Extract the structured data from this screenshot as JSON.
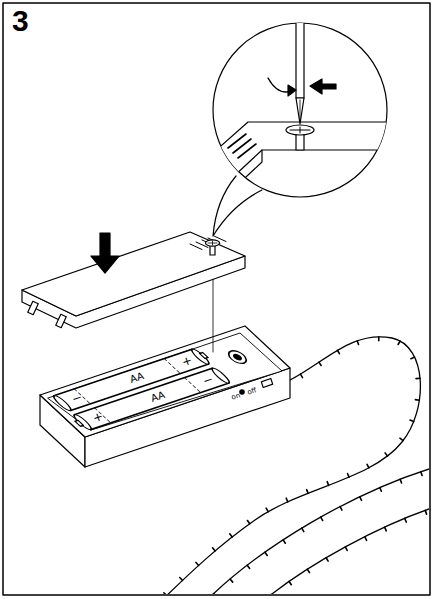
{
  "diagram": {
    "labels": [
      "3",
      "−",
      "AA",
      "+",
      "+",
      "AA",
      "−",
      "on",
      "off"
    ]
  }
}
